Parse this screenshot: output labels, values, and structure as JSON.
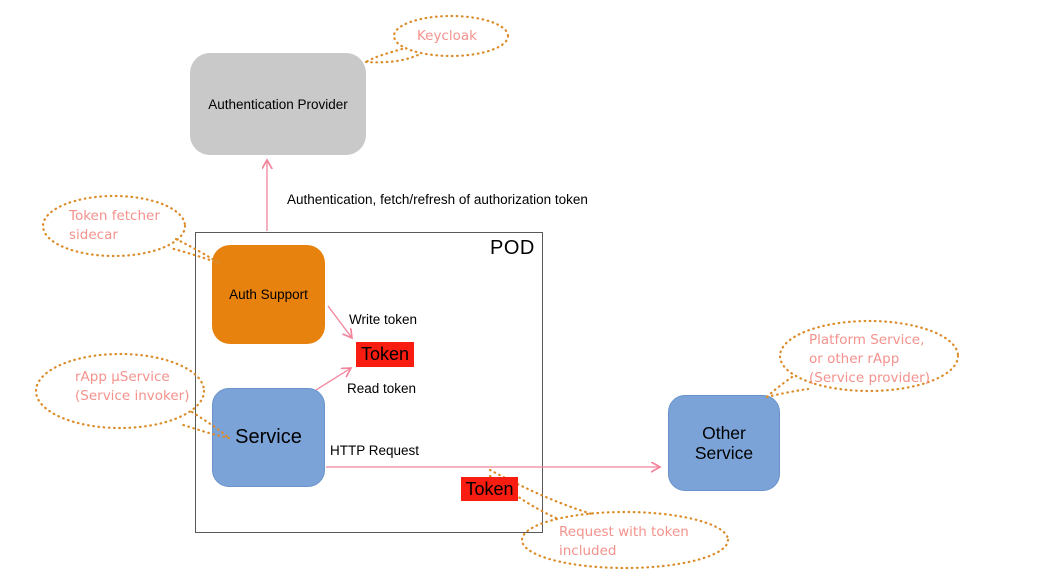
{
  "pod": {
    "label": "POD"
  },
  "nodes": {
    "auth_provider": "Authentication Provider",
    "auth_support": "Auth Support",
    "service": "Service",
    "other_service": "Other\nService",
    "token_internal": "Token",
    "token_on_request": "Token"
  },
  "labels": {
    "auth_flow": "Authentication, fetch/refresh of authorization token",
    "write_token": "Write token",
    "read_token": "Read token",
    "http_request": "HTTP Request"
  },
  "callouts": {
    "keycloak": "Keycloak",
    "token_fetcher": "Token fetcher\nsidecar",
    "rapp": "rApp µService\n(Service invoker)",
    "platform": "Platform Service,\nor other rApp\n(Service provider)",
    "request_with_token": "Request with token\nincluded"
  },
  "colors": {
    "arrow_pink": "#f2849b",
    "callout_text": "#f4928c",
    "callout_border": "#db8b28",
    "node_gray": "#c9c9c9",
    "node_orange": "#e8820e",
    "node_blue": "#7ba3d8",
    "token_highlight_red": "#f81d10",
    "pod_border_gray": "#595959"
  }
}
